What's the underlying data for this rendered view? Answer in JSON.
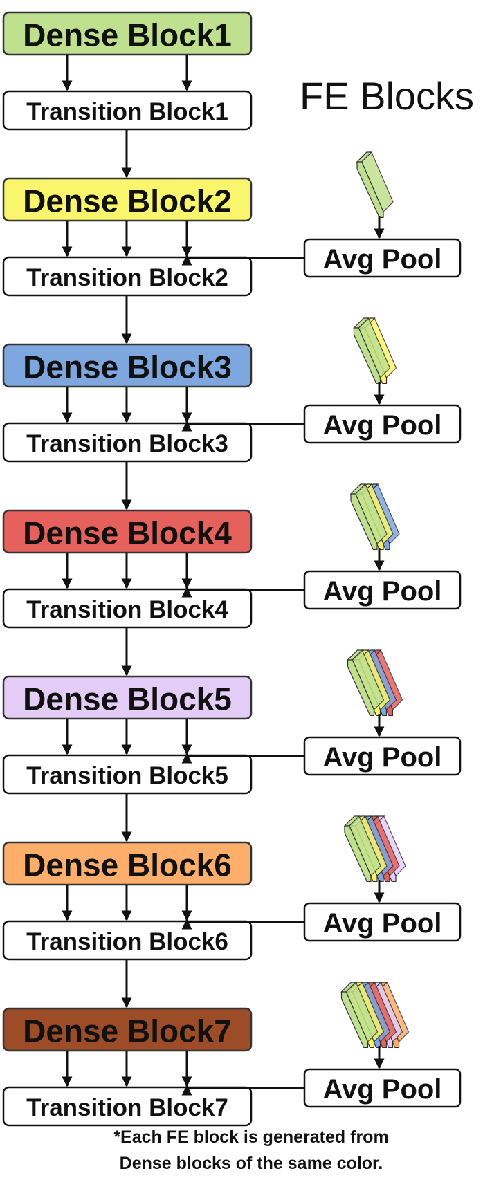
{
  "title": "FE Blocks",
  "footnote": [
    "*Each FE block is generated from",
    "Dense blocks of the same color."
  ],
  "pool_label": "Avg Pool",
  "stages": [
    {
      "dense": "Dense Block1",
      "transition": "Transition Block1",
      "color": "#bfe08f"
    },
    {
      "dense": "Dense Block2",
      "transition": "Transition Block2",
      "color": "#f9f56c"
    },
    {
      "dense": "Dense Block3",
      "transition": "Transition Block3",
      "color": "#7ea6df"
    },
    {
      "dense": "Dense Block4",
      "transition": "Transition Block4",
      "color": "#e6605c"
    },
    {
      "dense": "Dense Block5",
      "transition": "Transition Block5",
      "color": "#e3cdf7"
    },
    {
      "dense": "Dense Block6",
      "transition": "Transition Block6",
      "color": "#fdae6a"
    },
    {
      "dense": "Dense Block7",
      "transition": "Transition Block7",
      "color": "#9c4d28"
    }
  ]
}
